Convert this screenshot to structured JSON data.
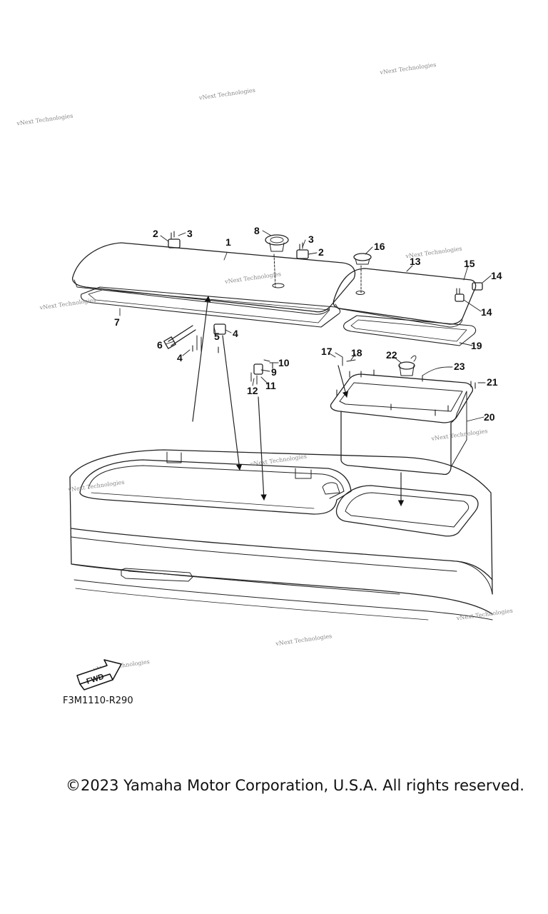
{
  "callouts": [
    "1",
    "2",
    "3",
    "8",
    "3",
    "2",
    "16",
    "13",
    "15",
    "14",
    "14",
    "7",
    "4",
    "6",
    "4",
    "5",
    "10",
    "9",
    "11",
    "12",
    "17",
    "18",
    "22",
    "23",
    "21",
    "20",
    "19"
  ],
  "watermark_text": "vNext Technologies",
  "fwd_label": "FWD",
  "part_code": "F3M1110-R290",
  "copyright": "©2023 Yamaha Motor Corporation, U.S.A. All rights reserved."
}
